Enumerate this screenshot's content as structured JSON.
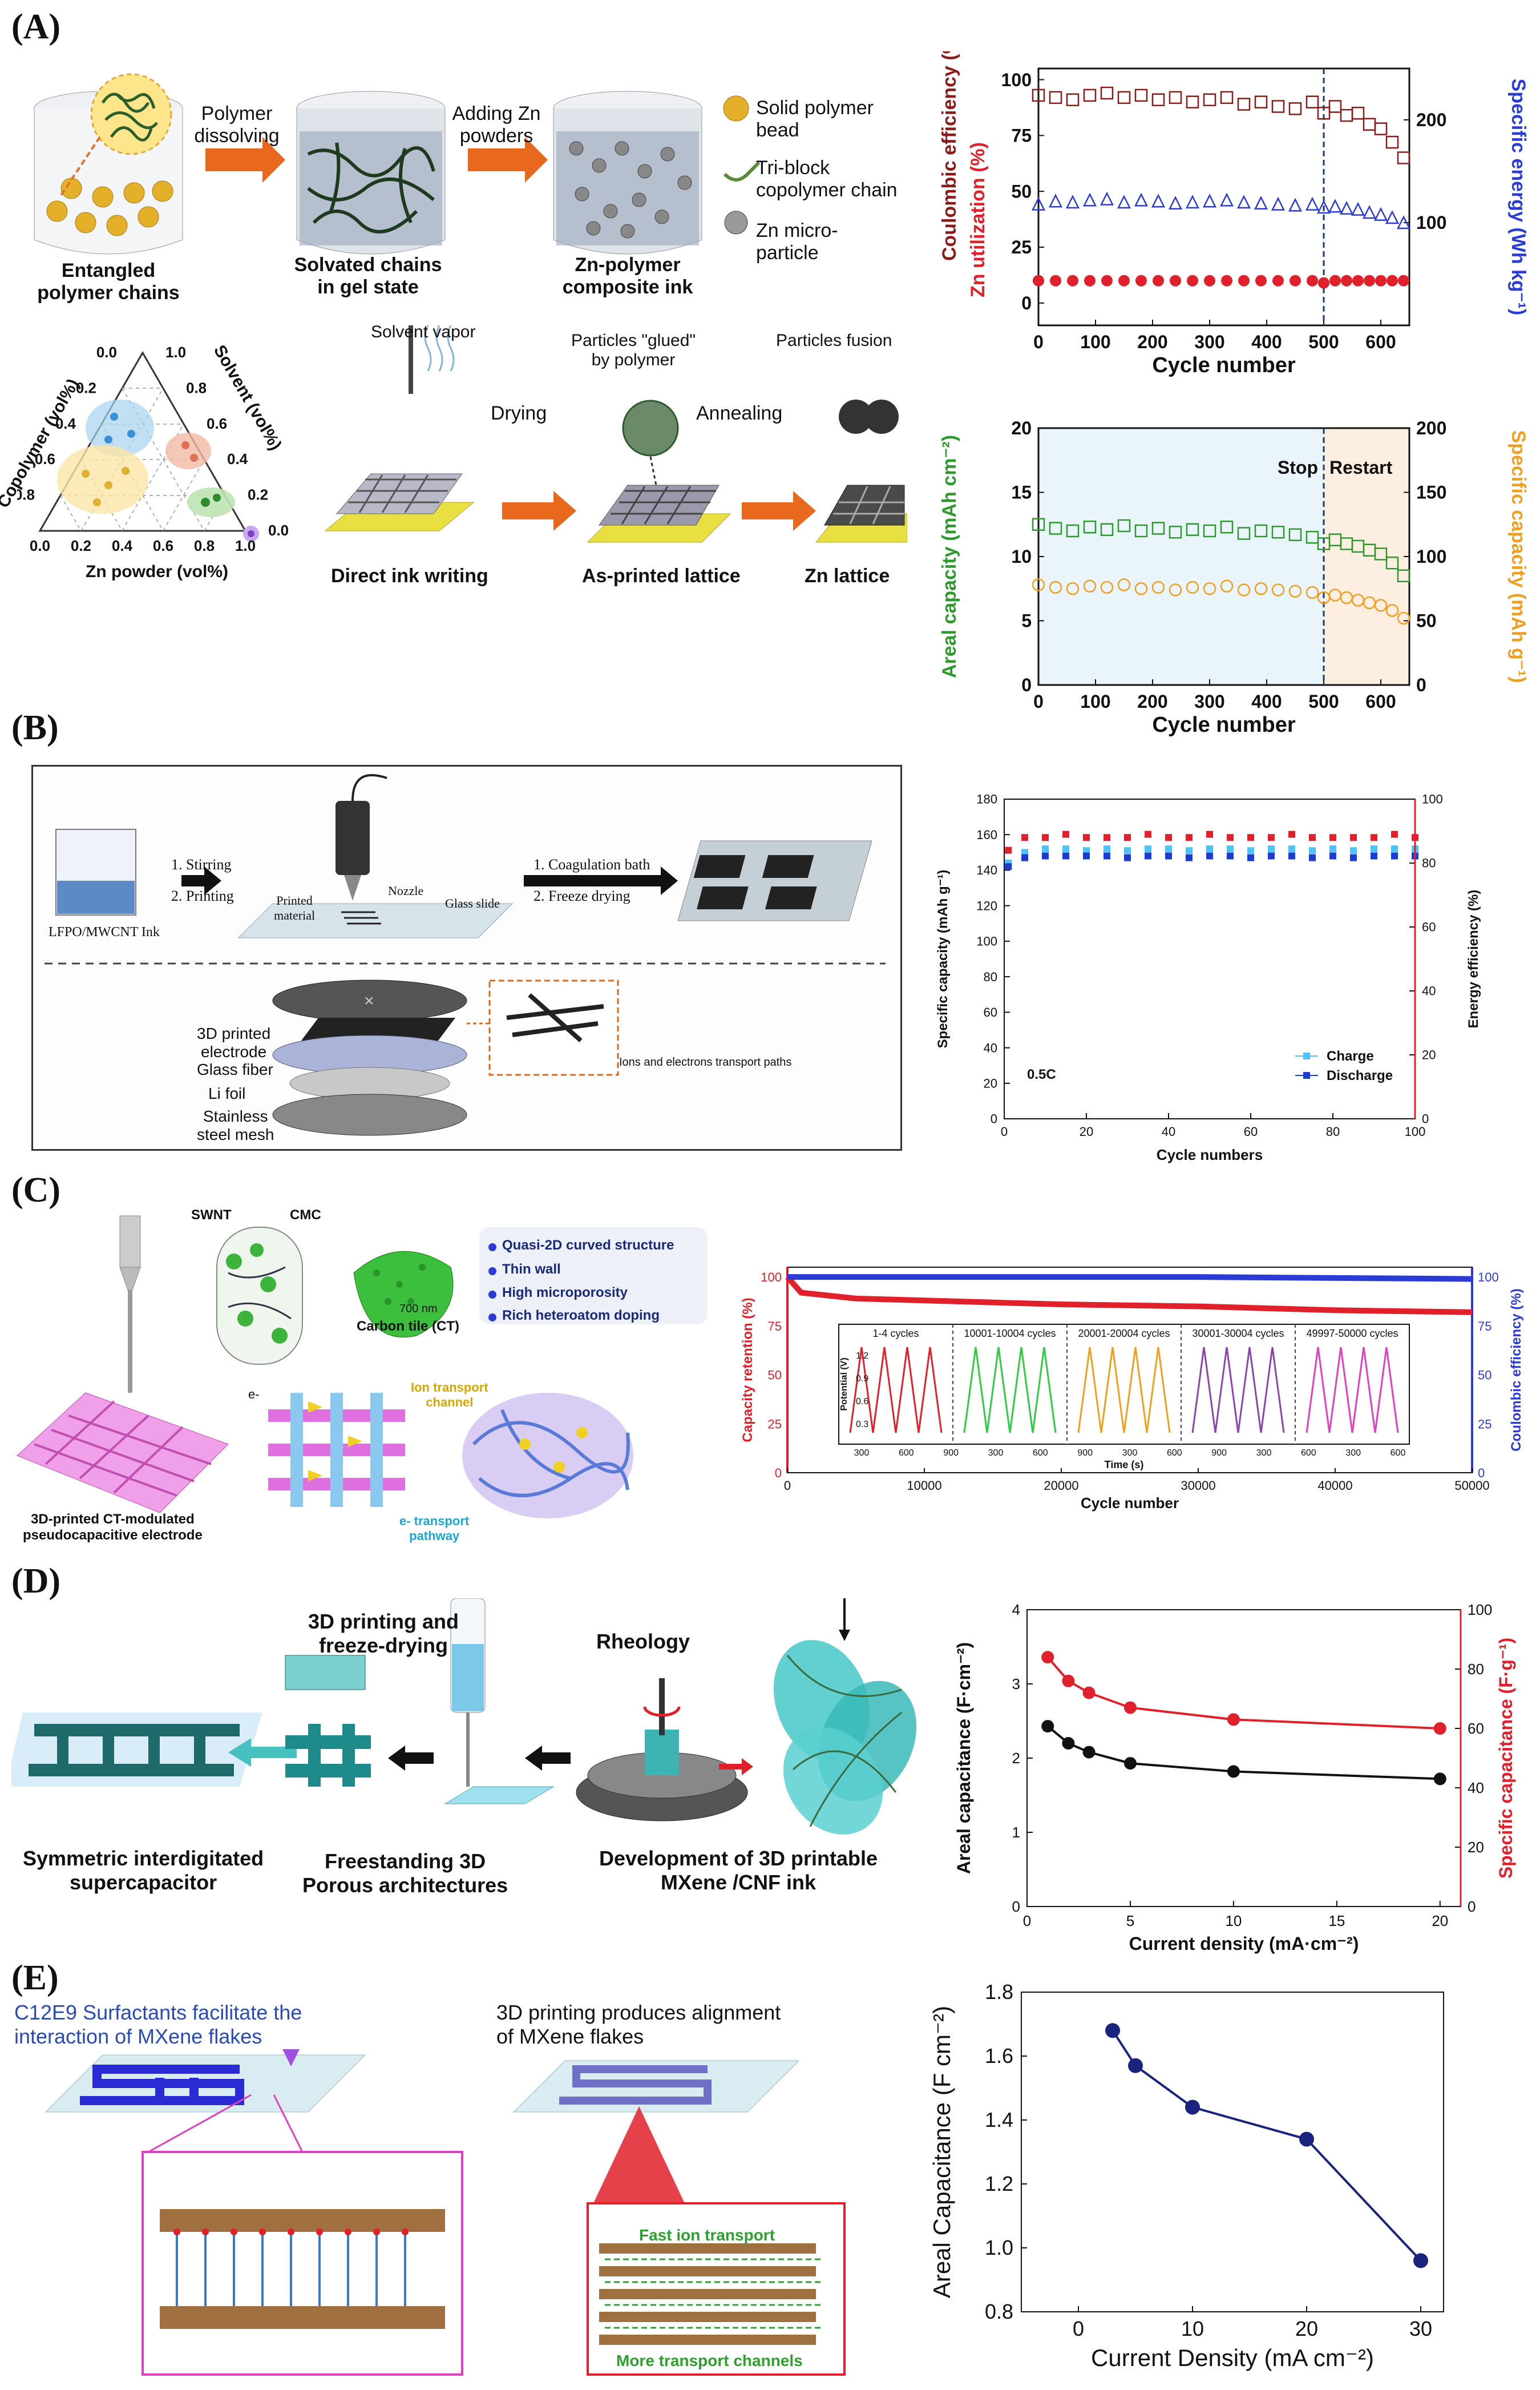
{
  "panels": {
    "a": "(A)",
    "b": "(B)",
    "c": "(C)",
    "d": "(D)",
    "e": "(E)"
  },
  "schem_a": {
    "step1_l1": "Entangled",
    "step1_l2": "polymer chains",
    "arrow1_l1": "Polymer",
    "arrow1_l2": "dissolving",
    "step2_l1": "Solvated chains",
    "step2_l2": "in gel state",
    "arrow2_l1": "Adding Zn",
    "arrow2_l2": "powders",
    "step3_l1": "Zn-polymer",
    "step3_l2": "composite ink",
    "legend1_l1": "Solid polymer",
    "legend1_l2": "bead",
    "legend2_l1": "Tri-block",
    "legend2_l2": "copolymer chain",
    "legend3_l1": "Zn micro-",
    "legend3_l2": "particle",
    "tern_copolymer": "Copolymer (vol%)",
    "tern_solvent": "Solvent (vol%)",
    "tern_zn": "Zn powder (vol%)",
    "tern_ticks": [
      "0.0",
      "0.2",
      "0.4",
      "0.6",
      "0.8",
      "1.0"
    ],
    "solvent_vapor": "Solvent vapor",
    "direct_ink": "Direct ink writing",
    "drying": "Drying",
    "glued_l1": "Particles \"glued\"",
    "glued_l2": "by polymer",
    "as_printed": "As-printed lattice",
    "annealing": "Annealing",
    "fusion": "Particles fusion",
    "zn_lattice": "Zn lattice"
  },
  "schem_b": {
    "ink": "LFPO/MWCNT Ink",
    "step1": "1. Stirring",
    "step2": "2. Printing",
    "nozzle": "Nozzle",
    "printed": "Printed",
    "material": "material",
    "glass_slide": "Glass slide",
    "coag": "1. Coagulation bath",
    "freeze": "2. Freeze drying",
    "elec_l1": "3D printed",
    "elec_l2": "electrode",
    "glass_fiber": "Glass fiber",
    "li_foil": "Li foil",
    "mesh_l1": "Stainless",
    "mesh_l2": "steel mesh",
    "ions_l1": "Ions and electrons",
    "ions_l2": "transport paths"
  },
  "schem_c": {
    "swnt": "SWNT",
    "cmc": "CMC",
    "f1": "Quasi-2D curved structure",
    "f2": "Thin wall",
    "f3": "High microporosity",
    "f4": "Rich heteroatom doping",
    "nm": "700 nm",
    "tile": "Carbon tile (CT)",
    "ion_l1": "Ion transport",
    "ion_l2": "channel",
    "eminus": "e-",
    "e_l1": "e- transport",
    "e_l2": "pathway",
    "elec_l1": "3D-printed CT-modulated",
    "elec_l2": "pseudocapacitive electrode"
  },
  "schem_d": {
    "print_l1": "3D printing and",
    "print_l2": "freeze-drying",
    "rheology": "Rheology",
    "sym_l1": "Symmetric interdigitated",
    "sym_l2": "supercapacitor",
    "free_l1": "Freestanding 3D",
    "free_l2": "Porous architectures",
    "dev_l1": "Development of 3D printable",
    "dev_l2": "MXene /CNF ink"
  },
  "schem_e": {
    "t1_l1": "C12E9 Surfactants facilitate the",
    "t1_l2": "interaction of MXene flakes",
    "t2_l1": "3D printing produces alignment",
    "t2_l2": "of MXene flakes",
    "fast": "Fast ion transport",
    "more": "More transport channels"
  },
  "colors": {
    "dark_red": "#8b1a1a",
    "blue": "#2b3bd6",
    "red": "#e0202a",
    "green": "#2e9a2e",
    "orange": "#f0a020",
    "navy": "#1a237e",
    "black": "#111111",
    "arrow_orange": "#e8681e"
  },
  "chart_data": [
    {
      "id": "A1",
      "type": "scatter",
      "xlabel": "Cycle number",
      "ylabel_left_top": "Coulombic efficiency (%)",
      "ylabel_left_bottom": "Zn utilization (%)",
      "ylabel_right": "Specific energy (Wh kg⁻¹)",
      "xlim": [
        0,
        650
      ],
      "ylim": [
        -10,
        105
      ],
      "ylim_right": [
        0,
        250
      ],
      "xticks": [
        "0",
        "100",
        "200",
        "300",
        "400",
        "500",
        "600"
      ],
      "yticks": [
        "0",
        "25",
        "50",
        "75",
        "100"
      ],
      "yticks_right": [
        "100",
        "200"
      ],
      "annotation": "",
      "divider_x": 500,
      "series": [
        {
          "name": "Coulombic efficiency",
          "marker": "square-open",
          "color": "#8b1a1a",
          "axis": "left",
          "x": [
            0,
            30,
            60,
            90,
            120,
            150,
            180,
            210,
            240,
            270,
            300,
            330,
            360,
            390,
            420,
            450,
            480,
            500,
            520,
            540,
            560,
            580,
            600,
            620,
            640
          ],
          "y": [
            93,
            92,
            91,
            93,
            94,
            92,
            93,
            91,
            92,
            90,
            91,
            92,
            89,
            90,
            88,
            87,
            90,
            85,
            88,
            84,
            85,
            80,
            78,
            72,
            65
          ]
        },
        {
          "name": "Specific energy",
          "marker": "triangle-open",
          "color": "#2b3bd6",
          "axis": "right",
          "x": [
            0,
            30,
            60,
            90,
            120,
            150,
            180,
            210,
            240,
            270,
            300,
            330,
            360,
            390,
            420,
            450,
            480,
            500,
            520,
            540,
            560,
            580,
            600,
            620,
            640
          ],
          "y": [
            118,
            121,
            120,
            122,
            123,
            120,
            122,
            121,
            119,
            120,
            121,
            122,
            120,
            119,
            118,
            117,
            118,
            115,
            116,
            114,
            113,
            110,
            108,
            105,
            100
          ]
        },
        {
          "name": "Zn utilization",
          "marker": "circle-filled",
          "color": "#e0202a",
          "axis": "left",
          "x": [
            0,
            30,
            60,
            90,
            120,
            150,
            180,
            210,
            240,
            270,
            300,
            330,
            360,
            390,
            420,
            450,
            480,
            500,
            520,
            540,
            560,
            580,
            600,
            620,
            640
          ],
          "y": [
            10,
            10,
            10,
            10,
            10,
            10,
            10,
            10,
            10,
            10,
            10,
            10,
            10,
            10,
            10,
            10,
            10,
            9,
            10,
            10,
            10,
            10,
            10,
            10,
            10
          ]
        }
      ]
    },
    {
      "id": "A2",
      "type": "scatter",
      "xlabel": "Cycle number",
      "ylabel_left": "Areal capacity (mAh cm⁻²)",
      "ylabel_right": "Specific capacity (mAh g⁻¹)",
      "xlim": [
        0,
        650
      ],
      "ylim": [
        0,
        20
      ],
      "ylim_right": [
        0,
        200
      ],
      "xticks": [
        "0",
        "100",
        "200",
        "300",
        "400",
        "500",
        "600"
      ],
      "yticks": [
        "0",
        "5",
        "10",
        "15",
        "20"
      ],
      "yticks_right": [
        "0",
        "50",
        "100",
        "150",
        "200"
      ],
      "annotation_stop": "Stop",
      "annotation_restart": "Restart",
      "divider_x": 500,
      "series": [
        {
          "name": "Areal capacity",
          "marker": "square-open",
          "color": "#2e9a2e",
          "axis": "left",
          "x": [
            0,
            30,
            60,
            90,
            120,
            150,
            180,
            210,
            240,
            270,
            300,
            330,
            360,
            390,
            420,
            450,
            480,
            500,
            520,
            540,
            560,
            580,
            600,
            620,
            640
          ],
          "y": [
            12.5,
            12.2,
            12.0,
            12.3,
            12.1,
            12.4,
            12.0,
            12.2,
            11.9,
            12.1,
            12.0,
            12.3,
            11.8,
            12.0,
            11.9,
            11.7,
            11.5,
            11.0,
            11.3,
            11.0,
            10.8,
            10.5,
            10.2,
            9.5,
            8.5
          ]
        },
        {
          "name": "Specific capacity",
          "marker": "circle-open",
          "color": "#f0a020",
          "axis": "left",
          "x": [
            0,
            30,
            60,
            90,
            120,
            150,
            180,
            210,
            240,
            270,
            300,
            330,
            360,
            390,
            420,
            450,
            480,
            500,
            520,
            540,
            560,
            580,
            600,
            620,
            640
          ],
          "y": [
            7.8,
            7.6,
            7.5,
            7.7,
            7.6,
            7.8,
            7.5,
            7.6,
            7.4,
            7.6,
            7.5,
            7.7,
            7.4,
            7.5,
            7.4,
            7.3,
            7.2,
            6.8,
            7.0,
            6.8,
            6.6,
            6.4,
            6.2,
            5.8,
            5.2
          ]
        }
      ]
    },
    {
      "id": "B",
      "type": "scatter",
      "xlabel": "Cycle numbers",
      "ylabel_left": "Specific capacity (mAh g⁻¹)",
      "ylabel_right": "Energy efficiency (%)",
      "xlim": [
        0,
        100
      ],
      "ylim": [
        0,
        180
      ],
      "ylim_right": [
        0,
        100
      ],
      "xticks": [
        "0",
        "20",
        "40",
        "60",
        "80",
        "100"
      ],
      "yticks": [
        "0",
        "20",
        "40",
        "60",
        "80",
        "100",
        "120",
        "140",
        "160",
        "180"
      ],
      "yticks_right": [
        "0",
        "20",
        "40",
        "60",
        "80",
        "100"
      ],
      "annotation": "0.5C",
      "legend": [
        "Charge",
        "Discharge"
      ],
      "series": [
        {
          "name": "Charge",
          "color": "#4fc3f7",
          "marker": "square",
          "x": [
            1,
            5,
            10,
            15,
            20,
            25,
            30,
            35,
            40,
            45,
            50,
            55,
            60,
            65,
            70,
            75,
            80,
            85,
            90,
            95,
            100
          ],
          "y": [
            144,
            150,
            152,
            152,
            151,
            152,
            151,
            152,
            152,
            151,
            152,
            152,
            151,
            152,
            152,
            151,
            152,
            151,
            152,
            152,
            152
          ]
        },
        {
          "name": "Discharge",
          "color": "#1b3bd1",
          "marker": "square",
          "x": [
            1,
            5,
            10,
            15,
            20,
            25,
            30,
            35,
            40,
            45,
            50,
            55,
            60,
            65,
            70,
            75,
            80,
            85,
            90,
            95,
            100
          ],
          "y": [
            142,
            147,
            148,
            148,
            148,
            148,
            147,
            148,
            148,
            147,
            148,
            148,
            147,
            148,
            148,
            147,
            148,
            147,
            148,
            148,
            148
          ]
        },
        {
          "name": "Energy efficiency",
          "color": "#e0202a",
          "marker": "square",
          "axis": "right",
          "x": [
            1,
            5,
            10,
            15,
            20,
            25,
            30,
            35,
            40,
            45,
            50,
            55,
            60,
            65,
            70,
            75,
            80,
            85,
            90,
            95,
            100
          ],
          "y": [
            84,
            88,
            88,
            89,
            88,
            88,
            88,
            89,
            88,
            88,
            89,
            88,
            88,
            88,
            89,
            88,
            88,
            88,
            88,
            89,
            88
          ]
        }
      ]
    },
    {
      "id": "C",
      "type": "line",
      "xlabel": "Cycle number",
      "ylabel_left": "Capacity retention (%)",
      "ylabel_right": "Coulombic efficiency (%)",
      "xlim": [
        0,
        50000
      ],
      "ylim": [
        0,
        105
      ],
      "ylim_right": [
        0,
        105
      ],
      "xticks": [
        "0",
        "10000",
        "20000",
        "30000",
        "40000",
        "50000"
      ],
      "yticks": [
        "0",
        "25",
        "50",
        "75",
        "100"
      ],
      "yticks_right": [
        "0",
        "25",
        "50",
        "75",
        "100"
      ],
      "series": [
        {
          "name": "Capacity retention",
          "color": "#e0202a",
          "x": [
            0,
            1000,
            5000,
            10000,
            20000,
            30000,
            40000,
            50000
          ],
          "y": [
            100,
            92,
            89,
            88,
            86,
            85,
            83,
            82
          ]
        },
        {
          "name": "Coulombic efficiency",
          "color": "#2b3bd6",
          "x": [
            0,
            1000,
            5000,
            10000,
            20000,
            30000,
            40000,
            50000
          ],
          "y": [
            100,
            100,
            100,
            100,
            100,
            100,
            99.5,
            99
          ]
        }
      ],
      "inset": {
        "xlabel": "Time (s)",
        "ylabel": "Potential (V)",
        "yticks": [
          "0.3",
          "0.6",
          "0.9",
          "1.2"
        ],
        "xticks": [
          "300",
          "600",
          "900",
          "300",
          "600",
          "900",
          "300",
          "600",
          "900",
          "300",
          "600",
          "300",
          "600"
        ],
        "segments": [
          {
            "label": "1-4 cycles",
            "color": "#e0202a"
          },
          {
            "label": "10001-10004 cycles",
            "color": "#2ecc40"
          },
          {
            "label": "20001-20004 cycles",
            "color": "#f0a020"
          },
          {
            "label": "30001-30004 cycles",
            "color": "#8e44ad"
          },
          {
            "label": "49997-50000 cycles",
            "color": "#e040c0"
          }
        ]
      }
    },
    {
      "id": "D",
      "type": "line",
      "xlabel": "Current density (mA·cm⁻²)",
      "ylabel_left": "Areal capacitance (F·cm⁻²)",
      "ylabel_right": "Specific capacitance (F·g⁻¹)",
      "xlim": [
        0,
        21
      ],
      "ylim": [
        0,
        4
      ],
      "ylim_right": [
        0,
        100
      ],
      "xticks": [
        "0",
        "5",
        "10",
        "15",
        "20"
      ],
      "yticks": [
        "0",
        "1",
        "2",
        "3",
        "4"
      ],
      "yticks_right": [
        "0",
        "20",
        "40",
        "60",
        "80",
        "100"
      ],
      "series": [
        {
          "name": "Areal capacitance",
          "color": "#111111",
          "axis": "left",
          "x": [
            1,
            2,
            3,
            5,
            10,
            20
          ],
          "y": [
            2.43,
            2.2,
            2.08,
            1.93,
            1.82,
            1.72
          ]
        },
        {
          "name": "Specific capacitance",
          "color": "#e0202a",
          "axis": "right",
          "x": [
            1,
            2,
            3,
            5,
            10,
            20
          ],
          "y": [
            84,
            76,
            72,
            67,
            63,
            60
          ]
        }
      ]
    },
    {
      "id": "E",
      "type": "line",
      "xlabel": "Current Density (mA cm⁻²)",
      "ylabel": "Areal Capacitance (F cm⁻²)",
      "xlim": [
        -5,
        32
      ],
      "ylim": [
        0.8,
        1.8
      ],
      "xticks": [
        "0",
        "10",
        "20",
        "30"
      ],
      "yticks": [
        "0.8",
        "1.0",
        "1.2",
        "1.4",
        "1.6",
        "1.8"
      ],
      "series": [
        {
          "name": "Areal capacitance",
          "color": "#1a237e",
          "x": [
            3,
            5,
            10,
            20,
            30
          ],
          "y": [
            1.68,
            1.57,
            1.44,
            1.34,
            0.96
          ]
        }
      ]
    }
  ]
}
